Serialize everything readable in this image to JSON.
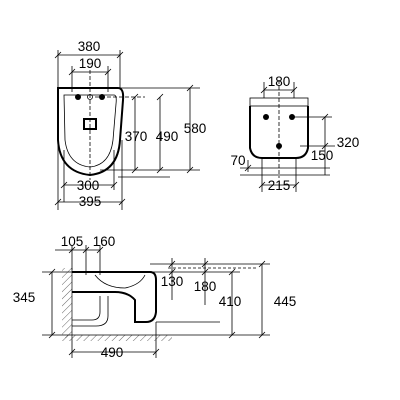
{
  "top_view": {
    "width_overall": "380",
    "width_holes": "190",
    "depth_to_hole": "370",
    "depth_inner": "490",
    "depth_overall": "580",
    "width_bottom_inner": "300",
    "width_bottom_outer": "395"
  },
  "rear_view": {
    "top_width": "180",
    "height_upper": "320",
    "hole_height": "150",
    "floor_offset": "70",
    "bottom_width": "215"
  },
  "side_view": {
    "offset_left": "105",
    "offset_mid": "160",
    "height_left": "345",
    "inner_a": "130",
    "inner_b": "180",
    "height_410": "410",
    "height_445": "445",
    "depth_bottom": "490"
  }
}
